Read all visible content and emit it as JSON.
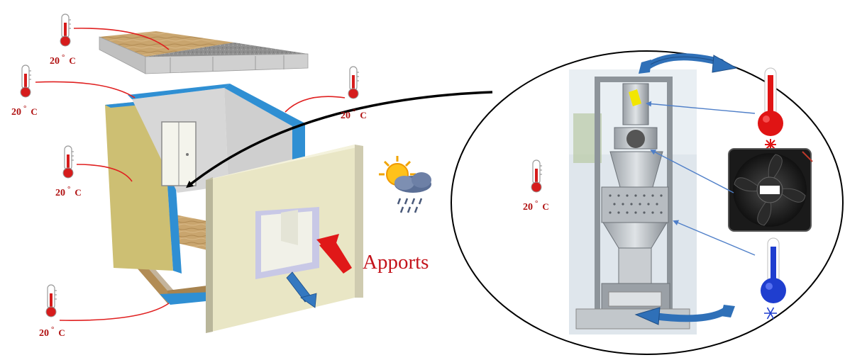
{
  "thermometers": {
    "t_roof": {
      "value": "20",
      "degree": "°",
      "unit": "C"
    },
    "t_left": {
      "value": "20",
      "degree": "°",
      "unit": "C"
    },
    "t_right": {
      "value": "20",
      "degree": "°",
      "unit": "C"
    },
    "t_wall": {
      "value": "20",
      "degree": "°",
      "unit": "C"
    },
    "t_floor": {
      "value": "20",
      "degree": "°",
      "unit": "C"
    },
    "t_device": {
      "value": "20",
      "degree": "°",
      "unit": "C"
    }
  },
  "gains_label": "Apports",
  "colors": {
    "wood": "#c8a36c",
    "insulation_blue": "#2f8fd3",
    "wall_panel": "#e9e6c5",
    "side_panel": "#cdbf73",
    "thermo_red": "#d61c1c",
    "cold_blue": "#1f3ecf",
    "leader_red": "#e02020",
    "arrow_blue": "#2f70b8",
    "gains_red": "#c4141c"
  },
  "icons": [
    "thermometer-icon",
    "sun-rain-weather-icon",
    "hot-thermometer-icon",
    "cold-thermometer-icon",
    "fan-icon",
    "heat-star-icon",
    "snowflake-icon",
    "circular-arrow-icon"
  ]
}
